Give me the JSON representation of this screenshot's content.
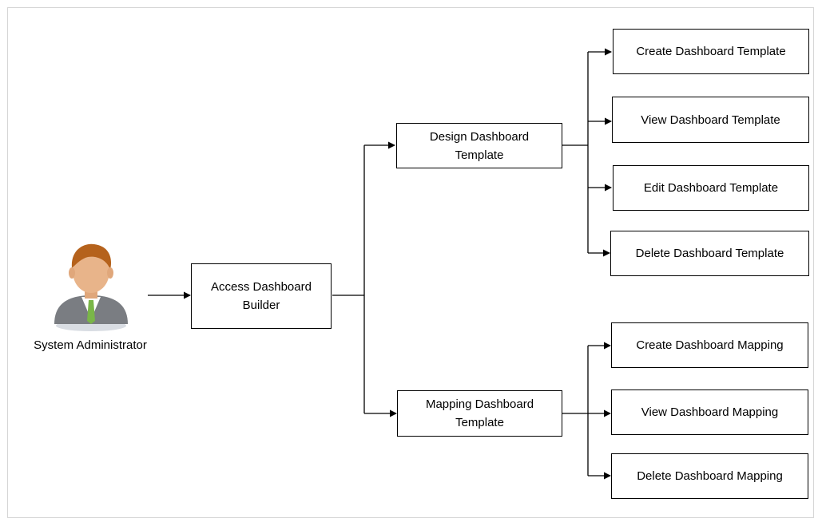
{
  "actor": {
    "label": "System Administrator",
    "icon": "person-avatar-icon"
  },
  "nodes": {
    "access": {
      "line1": "Access Dashboard",
      "line2": "Builder"
    },
    "design": {
      "line1": "Design Dashboard",
      "line2": "Template"
    },
    "mapping": {
      "line1": "Mapping Dashboard",
      "line2": "Template"
    },
    "create_template": "Create Dashboard Template",
    "view_template": "View Dashboard Template",
    "edit_template": "Edit Dashboard Template",
    "delete_template": "Delete Dashboard Template",
    "create_mapping": "Create Dashboard Mapping",
    "view_mapping": "View Dashboard Mapping",
    "delete_mapping": "Delete Dashboard Mapping"
  },
  "colors": {
    "line": "#000000",
    "border": "#000000",
    "frame": "#d6d6d6",
    "skin": "#e8b48a",
    "hair": "#b5621c",
    "suit": "#7a7d82",
    "shirt": "#ffffff",
    "tie": "#7ab648"
  }
}
